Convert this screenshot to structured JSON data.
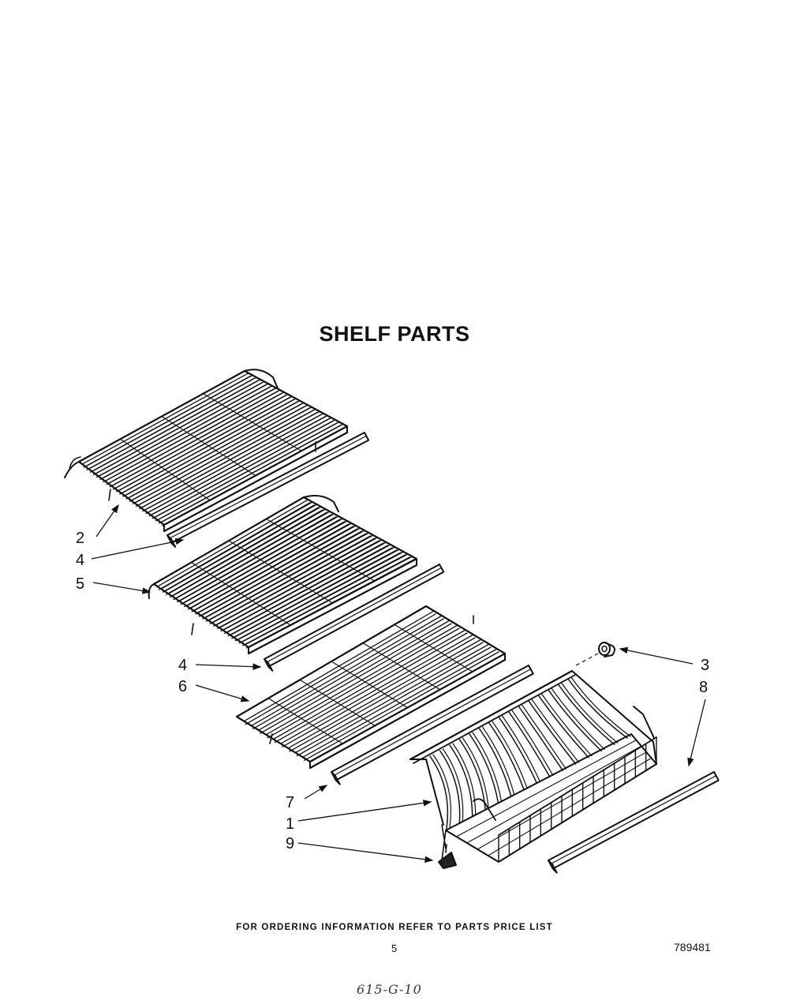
{
  "title": "SHELF PARTS",
  "footer": {
    "ordering_note": "FOR ORDERING INFORMATION REFER TO PARTS PRICE LIST",
    "page_number": "5",
    "document_number": "789481",
    "handwritten_code": "615-G-10"
  },
  "callouts": [
    {
      "label": "2"
    },
    {
      "label": "4"
    },
    {
      "label": "5"
    },
    {
      "label": "4"
    },
    {
      "label": "6"
    },
    {
      "label": "3"
    },
    {
      "label": "8"
    },
    {
      "label": "7"
    },
    {
      "label": "1"
    },
    {
      "label": "9"
    }
  ]
}
